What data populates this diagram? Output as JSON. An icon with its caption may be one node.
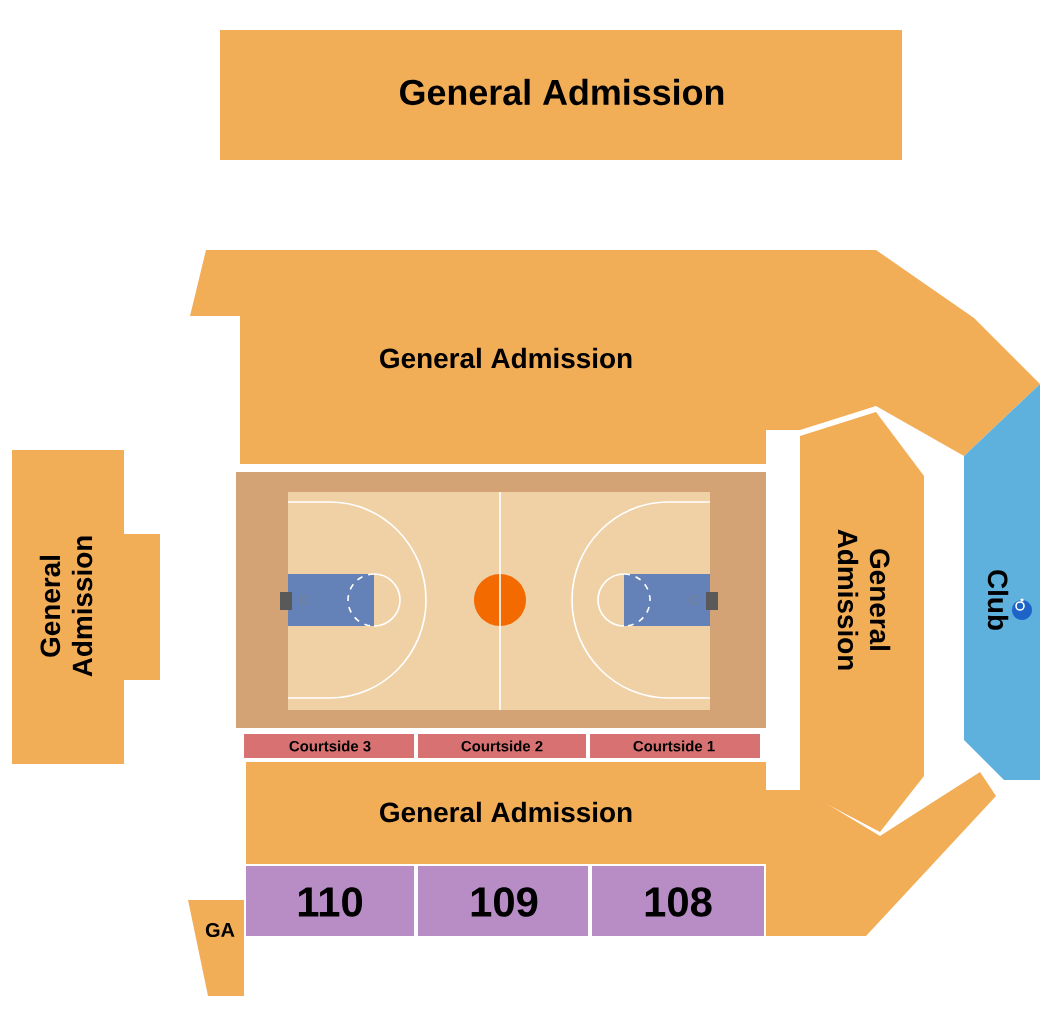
{
  "diagram": {
    "nodes": [
      {
        "text": [
          "General Admission"
        ]
      },
      {
        "text": [
          "General Admission"
        ]
      },
      {
        "text": [
          "General Admission"
        ]
      },
      {
        "text": [
          "General Admission"
        ]
      },
      {
        "text": [
          "Club"
        ]
      },
      {
        "text": [
          "Courtside 3"
        ]
      },
      {
        "text": [
          "Courtside 2"
        ]
      },
      {
        "text": [
          "Courtside 1"
        ]
      },
      {
        "text": [
          "General Admission"
        ]
      },
      {
        "text": [
          "110"
        ]
      },
      {
        "text": [
          "109"
        ]
      },
      {
        "text": [
          "108"
        ]
      },
      {
        "text": [
          "GA"
        ]
      }
    ]
  }
}
